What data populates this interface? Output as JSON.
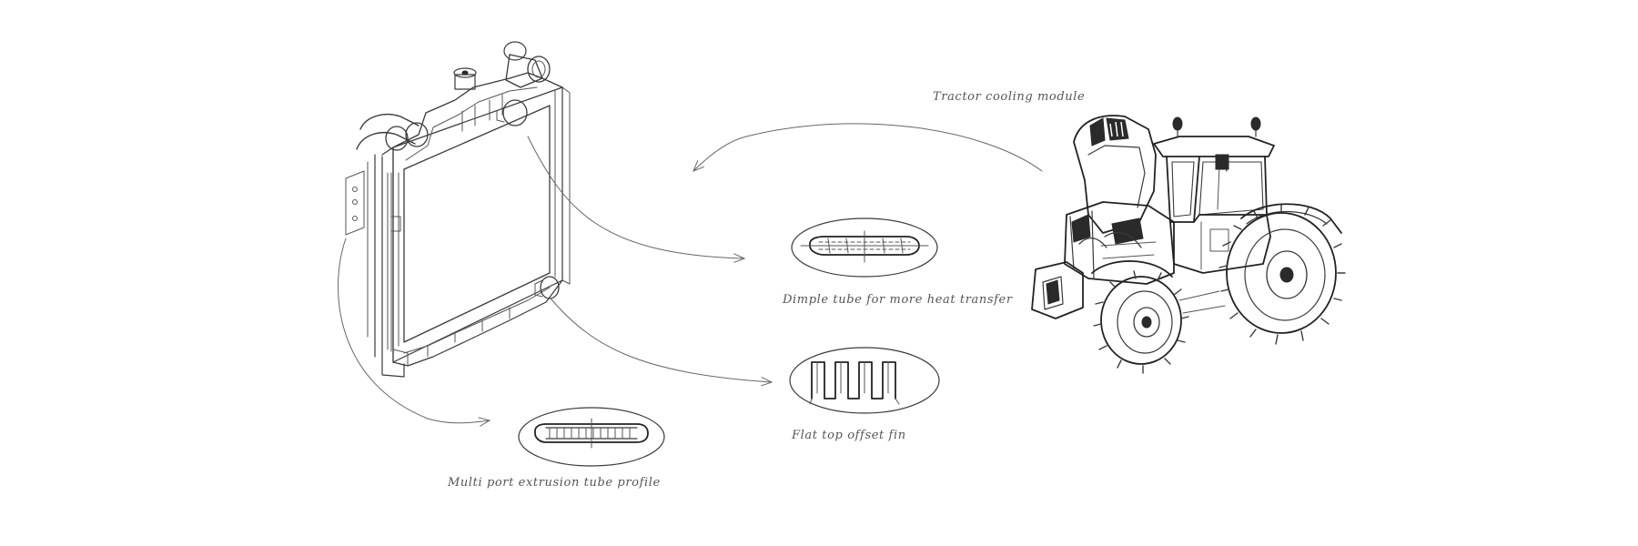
{
  "diagram": {
    "colors": {
      "ink": "#3a3a3a",
      "caption": "#555555",
      "background": "#ffffff"
    },
    "labels": {
      "tractor_module": "Tractor cooling module",
      "dimple_tube": "Dimple tube for more heat transfer",
      "offset_fin": "Flat top offset fin",
      "multi_port": "Multi port extrusion tube profile"
    },
    "connections": [
      {
        "from": "tractor",
        "to": "radiator"
      },
      {
        "from": "radiator",
        "to": "dimple-tube-detail"
      },
      {
        "from": "radiator",
        "to": "offset-fin-detail"
      },
      {
        "from": "radiator",
        "to": "multi-port-tube-detail"
      }
    ]
  }
}
